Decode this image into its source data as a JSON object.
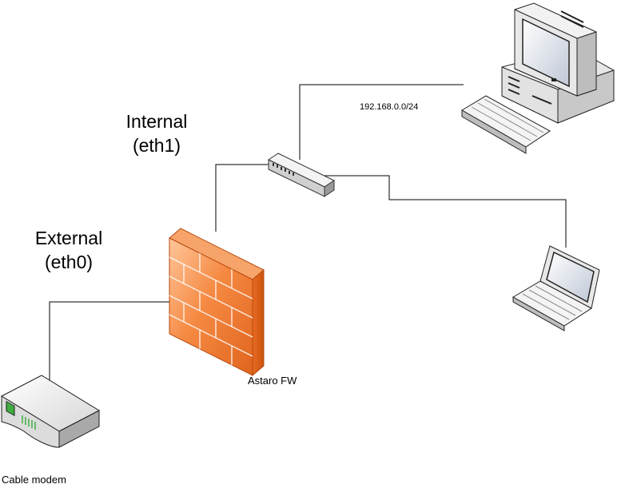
{
  "labels": {
    "internal_line1": "Internal",
    "internal_line2": "(eth1)",
    "external_line1": "External",
    "external_line2": "(eth0)",
    "subnet": "192.168.0.0/24",
    "firewall": "Astaro FW",
    "modem": "Cable modem"
  },
  "colors": {
    "firewall_light": "#ffb07a",
    "firewall_mid": "#f2732b",
    "firewall_dark": "#d85a14",
    "device_body": "#ececec",
    "device_edge": "#333333",
    "modem_led": "#3fae3f"
  },
  "icons": {
    "firewall": "brick-wall-icon",
    "switch": "network-switch-icon",
    "desktop": "desktop-computer-icon",
    "laptop": "laptop-icon",
    "modem": "cable-modem-icon"
  }
}
